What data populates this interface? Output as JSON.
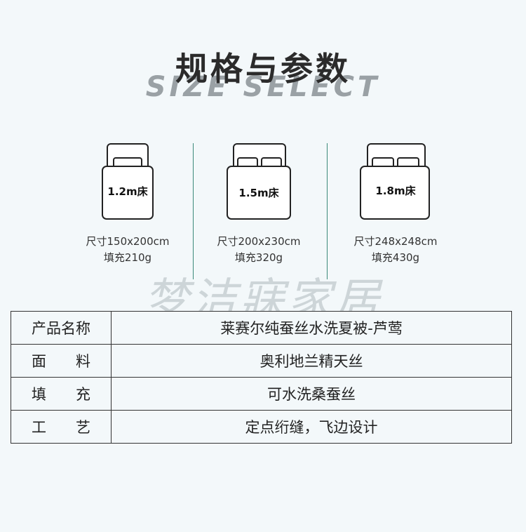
{
  "header": {
    "title_cn": "规格与参数",
    "title_en": "SIZE SELECT"
  },
  "beds": [
    {
      "label": "1.2m床",
      "size": "尺寸150x200cm",
      "fill": "填充210g",
      "pillows": 1
    },
    {
      "label": "1.5m床",
      "size": "尺寸200x230cm",
      "fill": "填充320g",
      "pillows": 2
    },
    {
      "label": "1.8m床",
      "size": "尺寸248x248cm",
      "fill": "填充430g",
      "pillows": 2
    }
  ],
  "watermark": "梦洁寐家居",
  "table": {
    "rows": [
      {
        "key": "产品名称",
        "value": "莱赛尔纯蚕丝水洗夏被-芦莺"
      },
      {
        "key": "面　　料",
        "value": "奥利地兰精天丝"
      },
      {
        "key": "填　　充",
        "value": "可水洗桑蚕丝"
      },
      {
        "key": "工　　艺",
        "value": "定点绗缝，飞边设计"
      }
    ]
  },
  "colors": {
    "background": "#f3f8fa",
    "divider": "#3b8a7a",
    "title": "#2b2b2b",
    "subtitle": "#9aa1a5"
  }
}
